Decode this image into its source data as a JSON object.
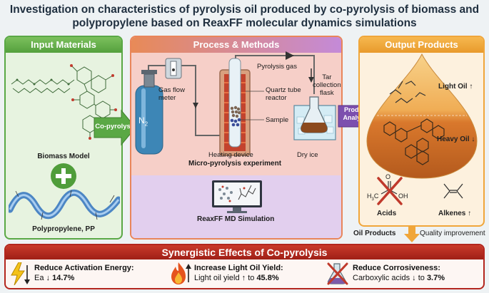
{
  "title": "Investigation on characteristics of pyrolysis oil produced by co-pyrolysis of biomass and polypropylene based on ReaxFF molecular dynamics simulations",
  "input": {
    "header": "Input Materials",
    "biomass_label": "Biomass Model",
    "pp_label": "Polypropylene, PP"
  },
  "copyrolysis_label": "Co-pyrolysis",
  "process": {
    "header": "Process & Methods",
    "n2": "N",
    "n2_sub": "2",
    "flow_meter_1": "Gas flow",
    "flow_meter_2": "meter",
    "pyrolysis_gas": "Pyrolysis gas",
    "quartz_1": "Quartz tube",
    "quartz_2": "reactor",
    "sample": "Sample",
    "tar_1": "Tar",
    "tar_2": "collection",
    "tar_3": "flask",
    "heating": "Heating device",
    "micro": "Micro-pyrolysis experiment",
    "dry_ice": "Dry ice",
    "reaxff": "ReaxFF MD Simulation"
  },
  "product_analysis_1": "Product",
  "product_analysis_2": "Analysis",
  "output": {
    "header": "Output Products",
    "light_oil": "Light Oil",
    "heavy_oil": "Heavy Oil",
    "acids": "Acids",
    "alkenes": "Alkenes",
    "acid_h3c": "H",
    "acid_h3c_sub": "3",
    "acid_c": "C",
    "acid_o": "O",
    "acid_oh": "OH"
  },
  "oil_products": "Oil Products",
  "quality_improvement": "Quality improvement",
  "synergy": {
    "header": "Synergistic Effects of Co-pyrolysis",
    "items": [
      {
        "title": "Reduce Activation Energy:",
        "prefix": "Ea ↓ ",
        "value": "14.7%"
      },
      {
        "title": "Increase Light Oil Yield:",
        "prefix": "Light oil yield ↑ to ",
        "value": "45.8%"
      },
      {
        "title": "Reduce Corrosiveness:",
        "prefix": "Carboxylic acids ↓ to ",
        "value": "3.7%"
      }
    ]
  },
  "colors": {
    "input": "#5aa845",
    "process": "#e9855a",
    "output": "#f0a63a",
    "synergy": "#b3261e"
  }
}
